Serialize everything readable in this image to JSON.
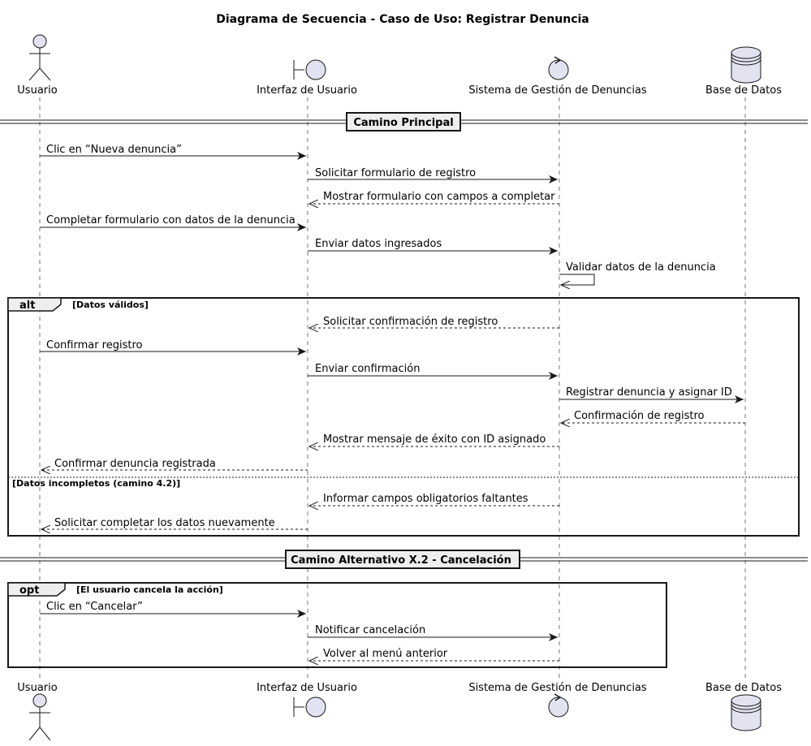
{
  "title": "Diagrama de Secuencia - Caso de Uso: Registrar Denuncia",
  "participants": [
    {
      "id": "usuario",
      "label": "Usuario",
      "kind": "actor"
    },
    {
      "id": "interfaz",
      "label": "Interfaz de Usuario",
      "kind": "boundary"
    },
    {
      "id": "sistema",
      "label": "Sistema de Gestión de Denuncias",
      "kind": "control"
    },
    {
      "id": "bd",
      "label": "Base de Datos",
      "kind": "database"
    }
  ],
  "separators": [
    {
      "label": "Camino Principal"
    },
    {
      "label": "Camino Alternativo X.2 - Cancelación"
    }
  ],
  "fragments": [
    {
      "keyword": "alt",
      "guard": "[Datos válidos]",
      "else_guard": "[Datos incompletos (camino 4.2)]"
    },
    {
      "keyword": "opt",
      "guard": "[El usuario cancela la acción]"
    }
  ],
  "messages": [
    {
      "from": "usuario",
      "to": "interfaz",
      "text": "Clic en “Nueva denuncia”",
      "style": "sync"
    },
    {
      "from": "interfaz",
      "to": "sistema",
      "text": "Solicitar formulario de registro",
      "style": "sync"
    },
    {
      "from": "sistema",
      "to": "interfaz",
      "text": "Mostrar formulario con campos a completar",
      "style": "reply"
    },
    {
      "from": "usuario",
      "to": "interfaz",
      "text": "Completar formulario con datos de la denuncia",
      "style": "sync"
    },
    {
      "from": "interfaz",
      "to": "sistema",
      "text": "Enviar datos ingresados",
      "style": "sync"
    },
    {
      "from": "sistema",
      "to": "sistema",
      "text": "Validar datos de la denuncia",
      "style": "self"
    },
    {
      "from": "sistema",
      "to": "interfaz",
      "text": "Solicitar confirmación de registro",
      "style": "reply"
    },
    {
      "from": "usuario",
      "to": "interfaz",
      "text": "Confirmar registro",
      "style": "sync"
    },
    {
      "from": "interfaz",
      "to": "sistema",
      "text": "Enviar confirmación",
      "style": "sync"
    },
    {
      "from": "sistema",
      "to": "bd",
      "text": "Registrar denuncia y asignar ID",
      "style": "sync"
    },
    {
      "from": "bd",
      "to": "sistema",
      "text": "Confirmación de registro",
      "style": "reply"
    },
    {
      "from": "sistema",
      "to": "interfaz",
      "text": "Mostrar mensaje de éxito con ID asignado",
      "style": "reply"
    },
    {
      "from": "interfaz",
      "to": "usuario",
      "text": "Confirmar denuncia registrada",
      "style": "reply"
    },
    {
      "from": "sistema",
      "to": "interfaz",
      "text": "Informar campos obligatorios faltantes",
      "style": "reply"
    },
    {
      "from": "interfaz",
      "to": "usuario",
      "text": "Solicitar completar los datos nuevamente",
      "style": "reply"
    },
    {
      "from": "usuario",
      "to": "interfaz",
      "text": "Clic en “Cancelar”",
      "style": "sync"
    },
    {
      "from": "interfaz",
      "to": "sistema",
      "text": "Notificar cancelación",
      "style": "sync"
    },
    {
      "from": "sistema",
      "to": "interfaz",
      "text": "Volver al menú anterior",
      "style": "reply"
    }
  ]
}
